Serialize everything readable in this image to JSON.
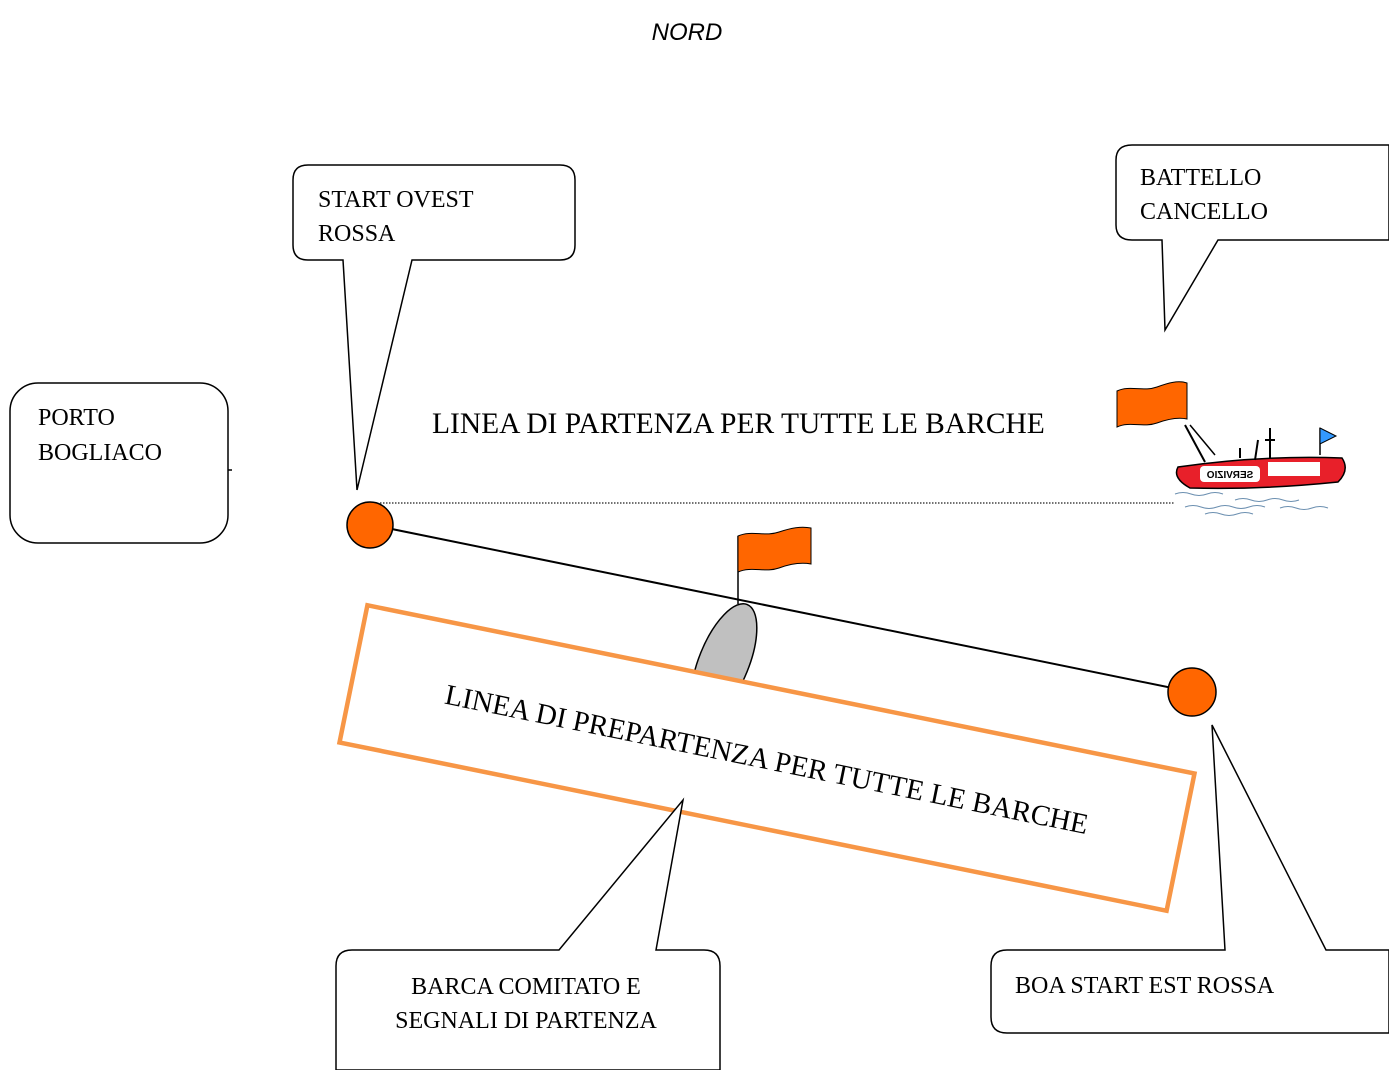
{
  "header": {
    "north_label": "NORD"
  },
  "callouts": {
    "start_west": [
      "START OVEST",
      "ROSSA"
    ],
    "gate_boat": [
      "BATTELLO",
      "CANCELLO"
    ],
    "harbour": [
      "PORTO",
      "BOGLIACO"
    ],
    "committee_boat": [
      "BARCA COMITATO E",
      "SEGNALI DI PARTENZA"
    ],
    "start_east": [
      "BOA START EST ROSSA"
    ]
  },
  "lines": {
    "start_line_label": "LINEA DI PARTENZA PER TUTTE LE BARCHE",
    "prestart_line_label": "LINEA DI PREPARTENZA PER TUTTE LE BARCHE"
  },
  "boat": {
    "hull_text": "SERVIZIO"
  },
  "colors": {
    "buoy": "#ff6600",
    "flag": "#ff6600",
    "prestart_box": "#f79646",
    "boat_hull": "#e8202a",
    "committee_boat": "#c0c0c0",
    "boat_pennant": "#3399ff"
  }
}
